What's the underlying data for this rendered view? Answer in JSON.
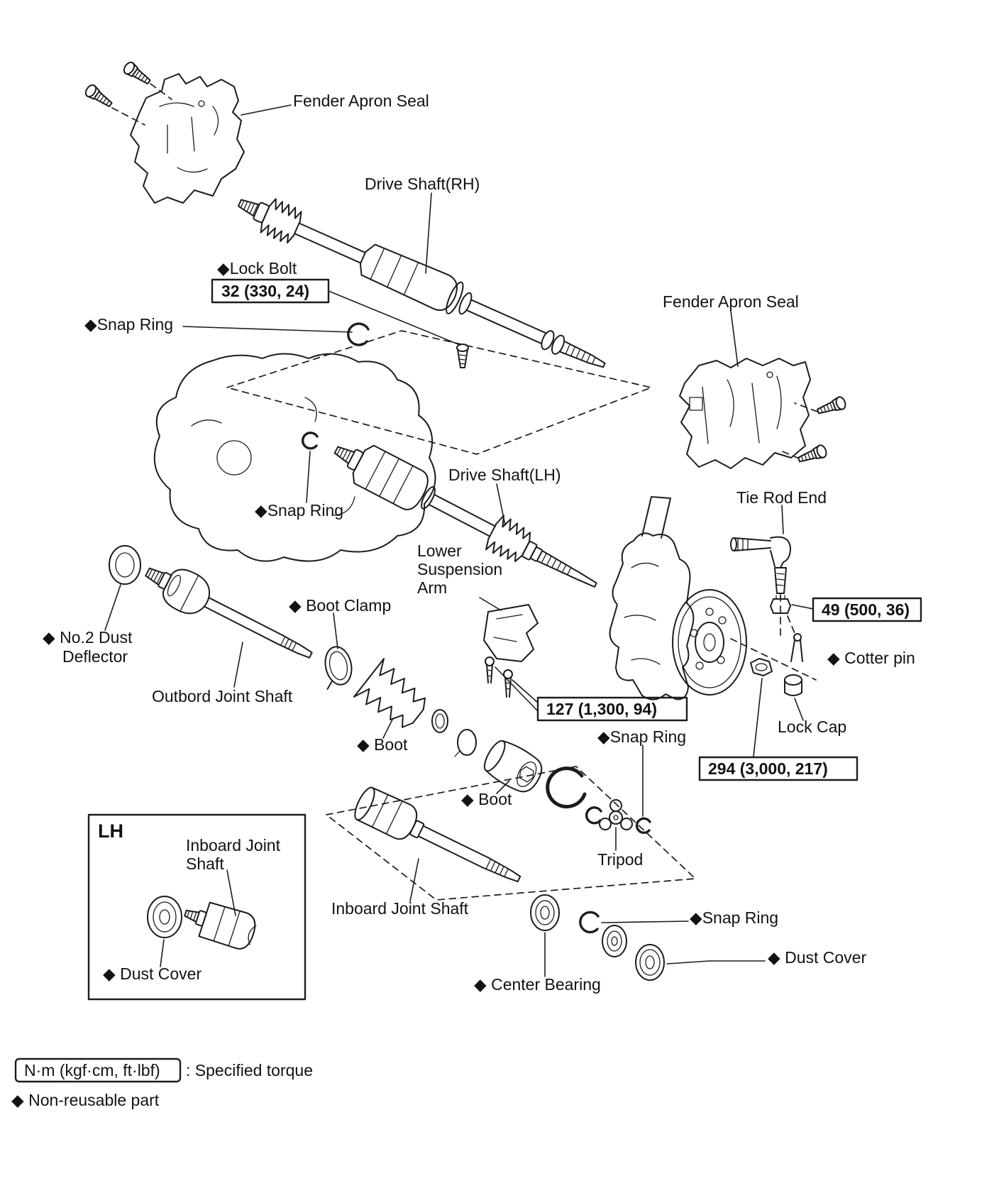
{
  "diagram": {
    "parts": {
      "fender_apron_seal_left": "Fender Apron Seal",
      "fender_apron_seal_right": "Fender Apron Seal",
      "drive_shaft_rh": "Drive Shaft(RH)",
      "drive_shaft_lh": "Drive Shaft(LH)",
      "lock_bolt": "◆Lock Bolt",
      "snap_ring_upper": "◆Snap Ring",
      "snap_ring_engine": "◆Snap Ring",
      "snap_ring_tripod": "◆Snap Ring",
      "snap_ring_lower": "◆Snap Ring",
      "tie_rod_end": "Tie Rod End",
      "lower_suspension_arm_line1": "Lower",
      "lower_suspension_arm_line2": "Suspension",
      "lower_suspension_arm_line3": "Arm",
      "boot_clamp": "◆ Boot Clamp",
      "no2_dust_deflector_line1": "◆ No.2 Dust",
      "no2_dust_deflector_line2": "Deflector",
      "cotter_pin": "◆ Cotter pin",
      "outboard_joint_shaft": "Outbord Joint Shaft",
      "boot_outer": "◆ Boot",
      "boot_inner": "◆ Boot",
      "lock_cap": "Lock Cap",
      "tripod": "Tripod",
      "inboard_joint_shaft": "Inboard Joint Shaft",
      "center_bearing": "◆ Center Bearing",
      "dust_cover_right": "◆ Dust Cover"
    },
    "lh_inset": {
      "title": "LH",
      "inboard_joint_line1": "Inboard Joint",
      "inboard_joint_line2": "Shaft",
      "dust_cover": "◆ Dust Cover"
    },
    "torque_specs": {
      "lock_bolt": "32 (330, 24)",
      "tie_rod_nut": "49 (500, 36)",
      "suspension_bolts": "127 (1,300, 94)",
      "hub_locknut": "294 (3,000, 217)"
    },
    "legend": {
      "units_box": "N·m (kgf·cm, ft·lbf)",
      "units_desc": ": Specified torque",
      "non_reusable": "◆ Non-reusable part"
    }
  }
}
